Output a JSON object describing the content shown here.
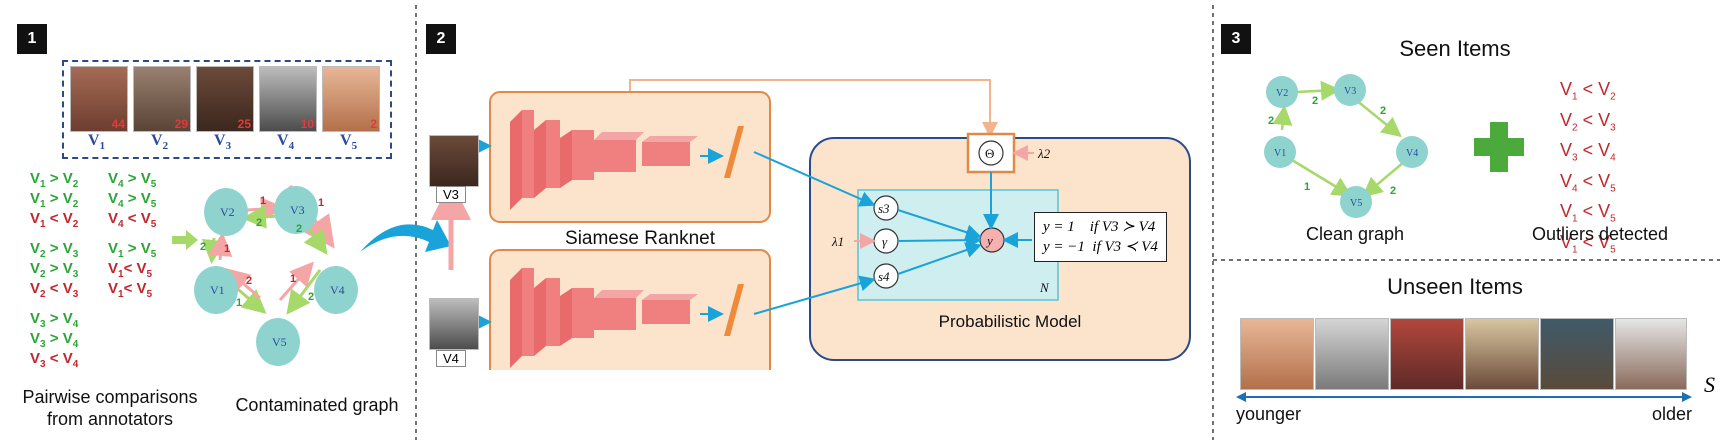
{
  "panels": {
    "p1": {
      "badge": "1",
      "caption_pairwise": [
        "Pairwise comparisons",
        "from annotators"
      ],
      "caption_graph": "Contaminated graph"
    },
    "p2": {
      "badge": "2",
      "siamese_label": "Siamese Ranknet",
      "prob_label": "Probabilistic Model",
      "tag_v3": "V3",
      "tag_v4": "V4",
      "plate_label": "N"
    },
    "p3": {
      "badge": "3",
      "seen_title": "Seen Items",
      "clean_graph": "Clean graph",
      "outliers_label": "Outliers detected",
      "unseen_title": "Unseen Items",
      "younger": "younger",
      "older": "older",
      "axis_symbol": "S"
    }
  },
  "faces": [
    {
      "label": "V",
      "sub": "1",
      "age": "44"
    },
    {
      "label": "V",
      "sub": "2",
      "age": "29"
    },
    {
      "label": "V",
      "sub": "3",
      "age": "25"
    },
    {
      "label": "V",
      "sub": "4",
      "age": "10"
    },
    {
      "label": "V",
      "sub": "5",
      "age": "2"
    }
  ],
  "comparisons": {
    "col1": [
      {
        "text": "V1 > V2",
        "color": "green"
      },
      {
        "text": "V1 > V2",
        "color": "green"
      },
      {
        "text": "V1 < V2",
        "color": "red"
      },
      {
        "text": "",
        "color": "none"
      },
      {
        "text": "V2 > V3",
        "color": "green"
      },
      {
        "text": "V2 > V3",
        "color": "green"
      },
      {
        "text": "V2 < V3",
        "color": "red"
      },
      {
        "text": "",
        "color": "none"
      },
      {
        "text": "V3 > V4",
        "color": "green"
      },
      {
        "text": "V3 > V4",
        "color": "green"
      },
      {
        "text": "V3 < V4",
        "color": "red"
      }
    ],
    "col2": [
      {
        "text": "V4 > V5",
        "color": "green"
      },
      {
        "text": "V4 > V5",
        "color": "green"
      },
      {
        "text": "V4 < V5",
        "color": "red"
      },
      {
        "text": "",
        "color": "none"
      },
      {
        "text": "V1 > V5",
        "color": "green"
      },
      {
        "text": "V1< V5",
        "color": "red"
      },
      {
        "text": "V1< V5",
        "color": "red"
      }
    ]
  },
  "graph_nodes": [
    "V2",
    "V3",
    "V1",
    "V4",
    "V5"
  ],
  "contaminated_edges": {
    "green": [
      "2",
      "2",
      "2",
      "2",
      "1"
    ],
    "red": [
      "1",
      "1",
      "1",
      "2",
      "1"
    ]
  },
  "clean_edges": [
    "2",
    "2",
    "2",
    "2",
    "1"
  ],
  "prob_nodes": {
    "theta": "Θ",
    "lambda2": "λ2",
    "lambda1": "λ1",
    "s3": "s3",
    "gamma": "γ",
    "s4": "s4",
    "y": "y"
  },
  "equations": [
    {
      "lhs": "y = 1",
      "cond": "if V3 ≻ V4"
    },
    {
      "lhs": "y = −1",
      "cond": "if V3 ≺ V4"
    }
  ],
  "outliers": [
    "V1 < V2",
    "V2 < V3",
    "V3 < V4",
    "V4 < V5",
    "V1 < V5",
    "V1 < V5"
  ],
  "colors": {
    "node_fill": "#8fd3cf",
    "edge_green": "#a6d86a",
    "edge_red": "#f4a6a6",
    "block_red": "#f08080",
    "panel_orange": "#fbe3cc",
    "panel_border": "#e08a4a",
    "blue_arrow": "#1aa3d9",
    "plus_green": "#4caa3c"
  }
}
